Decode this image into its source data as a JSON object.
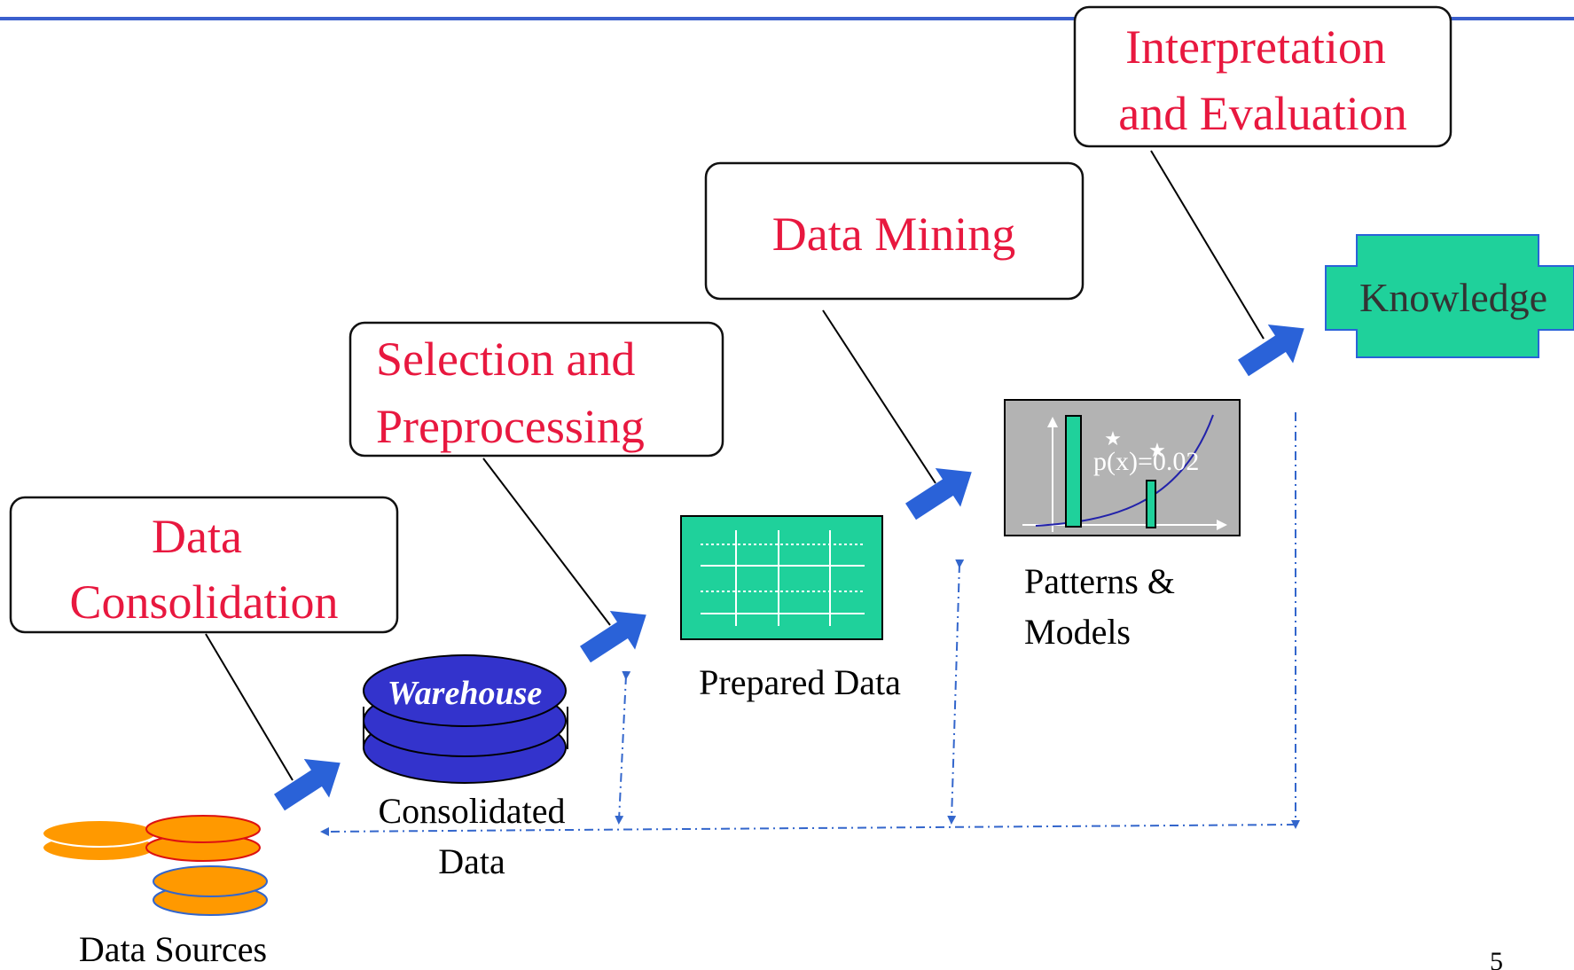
{
  "steps": {
    "consolidation": {
      "line1": "Data",
      "line2": "Consolidation"
    },
    "selection": {
      "line1": "Selection and",
      "line2": "Preprocessing"
    },
    "mining": {
      "line1": "Data Mining"
    },
    "interpretation": {
      "line1": "Interpretation",
      "line2": "and Evaluation"
    }
  },
  "artifacts": {
    "data_sources": "Data Sources",
    "warehouse": "Warehouse",
    "consolidated_line1": "Consolidated",
    "consolidated_line2": "Data",
    "prepared": "Prepared Data",
    "patterns_line1": "Patterns &",
    "patterns_line2": "Models",
    "knowledge": "Knowledge",
    "formula": "p(x)=0.02"
  },
  "page_number": "5",
  "colors": {
    "step_text": "#e8183f",
    "header_line": "#3a5fcd",
    "arrow": "#2a62d8",
    "warehouse": "#3333cc",
    "teal": "#1fd19b",
    "orange": "#ff9900",
    "feedback": "#3366cc"
  }
}
